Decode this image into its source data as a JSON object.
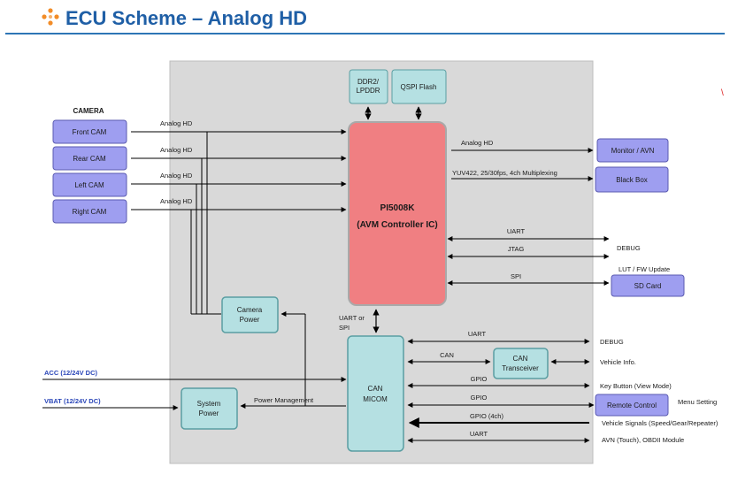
{
  "title": "ECU Scheme – Analog HD",
  "camera_header": "CAMERA",
  "cameras": [
    "Front CAM",
    "Rear CAM",
    "Left CAM",
    "Right CAM"
  ],
  "camera_link_label": "Analog HD",
  "memory": {
    "ddr": [
      "DDR2/",
      "LPDDR"
    ],
    "flash": "QSPI Flash"
  },
  "soc": {
    "name": "PI5008K",
    "desc": "(AVM Controller IC)"
  },
  "outputs": {
    "analog_hd": "Analog HD",
    "monitor": "Monitor / AVN",
    "yuv": "YUV422, 25/30fps, 4ch Multiplexing",
    "black_box": "Black Box",
    "uart": "UART",
    "jtag": "JTAG",
    "debug": "DEBUG",
    "lut": "LUT / FW Update",
    "spi": "SPI",
    "sd_card": "SD Card"
  },
  "soc_micom_link": [
    "UART or",
    "SPI"
  ],
  "camera_power": [
    "Camera",
    "Power"
  ],
  "system_power": [
    "System",
    "Power"
  ],
  "power_management": "Power Management",
  "micom": [
    "CAN",
    "MICOM"
  ],
  "can_transceiver": [
    "CAN",
    "Transceiver"
  ],
  "inputs": {
    "acc": "ACC (12/24V DC)",
    "vbat": "VBAT (12/24V DC)"
  },
  "micom_links": {
    "uart1": "UART",
    "debug": "DEBUG",
    "can": "CAN",
    "vehicle_info": "Vehicle Info.",
    "gpio1": "GPIO",
    "key_button": "Key Button (View Mode)",
    "gpio2": "GPIO",
    "remote_control": "Remote Control",
    "menu_setting": "Menu Setting",
    "gpio4ch": "GPIO (4ch)",
    "vehicle_signals": "Vehicle Signals (Speed/Gear/Repeater)",
    "uart2": "UART",
    "avn": "AVN (Touch), OBDII Module"
  },
  "colors": {
    "title": "#1f5fa6",
    "board": "#d9d9d9",
    "camera_block": "#9e9ef0",
    "soc_block": "#f07f82",
    "teal_block": "#b5e0e2",
    "input_label": "#2a46b8"
  }
}
